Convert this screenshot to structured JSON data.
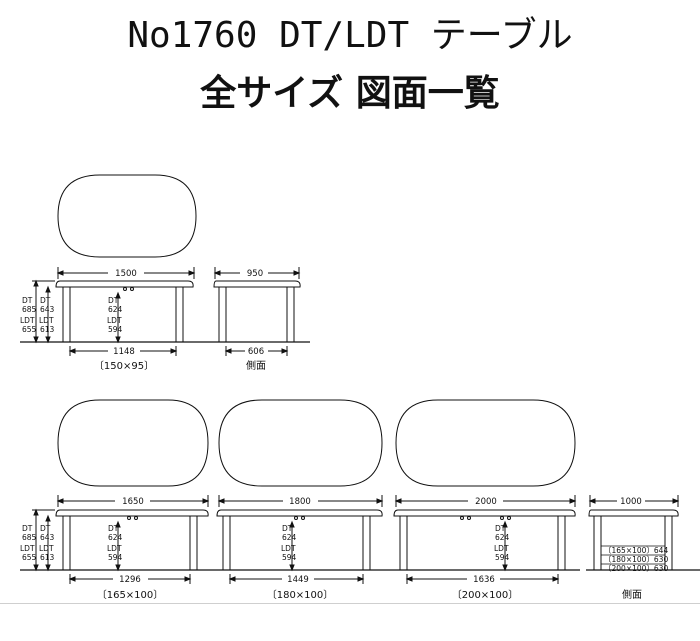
{
  "title": {
    "line1": "No1760 DT/LDT テーブル",
    "line2": "全サイズ 図面一覧"
  },
  "height_labels": {
    "dt": "DT",
    "ldt": "LDT",
    "dt_total": "685",
    "dt_under": "643",
    "ldt_total": "655",
    "ldt_under": "613",
    "dt_leg": "624",
    "ldt_leg": "594"
  },
  "tables": [
    {
      "id": "150",
      "width": "1500",
      "leg_span": "1148",
      "size_label": "〔150×95〕"
    },
    {
      "id": "165",
      "width": "1650",
      "leg_span": "1296",
      "size_label": "〔165×100〕"
    },
    {
      "id": "180",
      "width": "1800",
      "leg_span": "1449",
      "size_label": "〔180×100〕"
    },
    {
      "id": "200",
      "width": "2000",
      "leg_span": "1636",
      "size_label": "〔200×100〕"
    }
  ],
  "side_views": [
    {
      "id": "side-95",
      "depth": "950",
      "leg_span": "606",
      "label": "側面"
    },
    {
      "id": "side-100",
      "depth": "1000",
      "label": "側面",
      "spans": [
        "〔165×100〕644",
        "〔180×100〕630",
        "〔200×100〕630"
      ]
    }
  ],
  "colors": {
    "line": "#111111",
    "rule": "#cfcfcf"
  }
}
